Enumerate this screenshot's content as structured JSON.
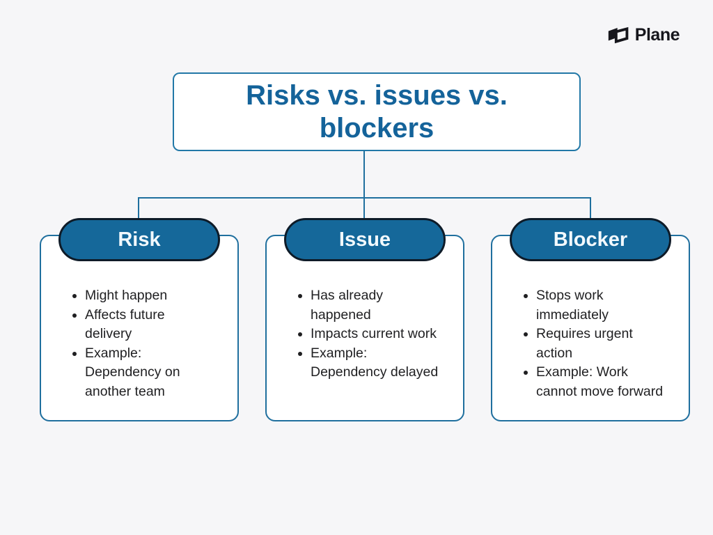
{
  "brand": {
    "name": "Plane"
  },
  "title": {
    "text": "Risks vs. issues vs. blockers"
  },
  "nodes": [
    {
      "id": "risk",
      "label": "Risk",
      "bullets": [
        "Might happen",
        "Affects future delivery",
        "Example: Dependency on another team"
      ]
    },
    {
      "id": "issue",
      "label": "Issue",
      "bullets": [
        "Has already happened",
        "Impacts current work",
        "Example: Dependency delayed"
      ]
    },
    {
      "id": "blocker",
      "label": "Blocker",
      "bullets": [
        "Stops work immediately",
        "Requires urgent action",
        "Example: Work cannot move forward"
      ]
    }
  ],
  "theme": {
    "background": "#f6f6f8",
    "accent_teal": "#1f6f9e",
    "title_text": "#14639a",
    "title_border": "#2278a7",
    "pill_fill": "#15689a",
    "pill_border": "#0e1b28",
    "pill_text": "#f2f9fd",
    "body_text": "#1f1f21",
    "logo_color": "#16161c",
    "card_background": "#ffffff"
  }
}
